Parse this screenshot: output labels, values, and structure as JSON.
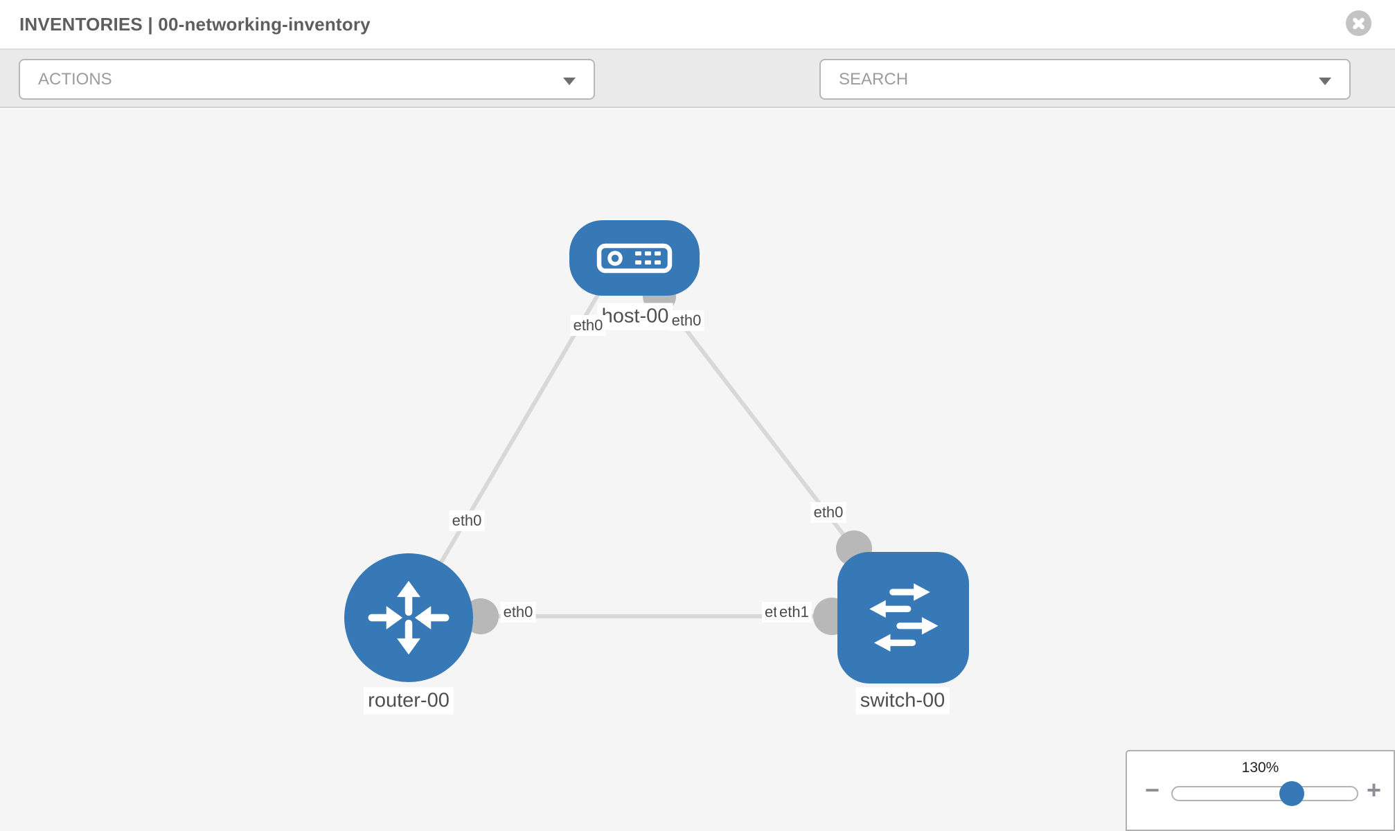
{
  "header": {
    "title": "INVENTORIES | 00-networking-inventory"
  },
  "toolbar": {
    "actions": {
      "label": "ACTIONS"
    },
    "search": {
      "label": "SEARCH"
    },
    "tools": [
      {
        "icon": "wrench-icon"
      },
      {
        "icon": "key-icon"
      }
    ]
  },
  "colors": {
    "node_blue": "#3779b7",
    "link_gray": "#d8d8d8",
    "port_gray": "#b8b8b8",
    "canvas_bg": "#f5f5f5"
  },
  "diagram": {
    "nodes": [
      {
        "label": "host-00",
        "type": "host"
      },
      {
        "label": "router-00",
        "type": "router"
      },
      {
        "label": "switch-00",
        "type": "switch"
      }
    ],
    "links": [
      {
        "from": "host-00",
        "to": "router-00",
        "from_iface": "eth0",
        "to_iface": "eth0"
      },
      {
        "from": "host-00",
        "to": "switch-00",
        "from_iface": "eth0",
        "to_iface": "eth0"
      },
      {
        "from": "router-00",
        "to": "switch-00",
        "from_iface": "eth0",
        "to_iface": "eth1"
      }
    ],
    "iface_labels": {
      "host_left": "eth0",
      "host_right": "eth0",
      "link_host_router_mid": "eth0",
      "link_host_switch_mid": "eth0",
      "link_horiz_router_end": "eth0",
      "link_horiz_switch_end_under": "eth0",
      "link_horiz_switch_end": "eth1"
    }
  },
  "zoom": {
    "level": "130%",
    "minus": "−",
    "plus": "+"
  }
}
